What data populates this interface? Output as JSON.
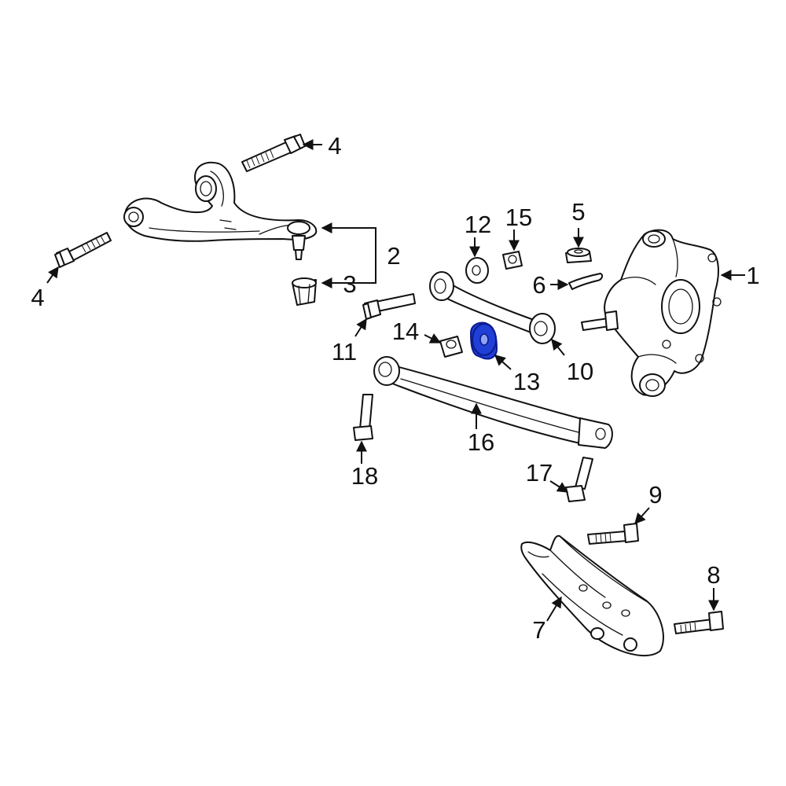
{
  "callouts": {
    "c1": "1",
    "c2": "2",
    "c3": "3",
    "c4a": "4",
    "c4b": "4",
    "c5": "5",
    "c6": "6",
    "c7": "7",
    "c8": "8",
    "c9": "9",
    "c10": "10",
    "c11": "11",
    "c12": "12",
    "c13": "13",
    "c14": "14",
    "c15": "15",
    "c16": "16",
    "c17": "17",
    "c18": "18"
  },
  "colors": {
    "line": "#111111",
    "highlight_fill": "#1f3fd6",
    "highlight_stroke": "#0b1a8c",
    "background": "#ffffff"
  },
  "highlighted_part": "13"
}
